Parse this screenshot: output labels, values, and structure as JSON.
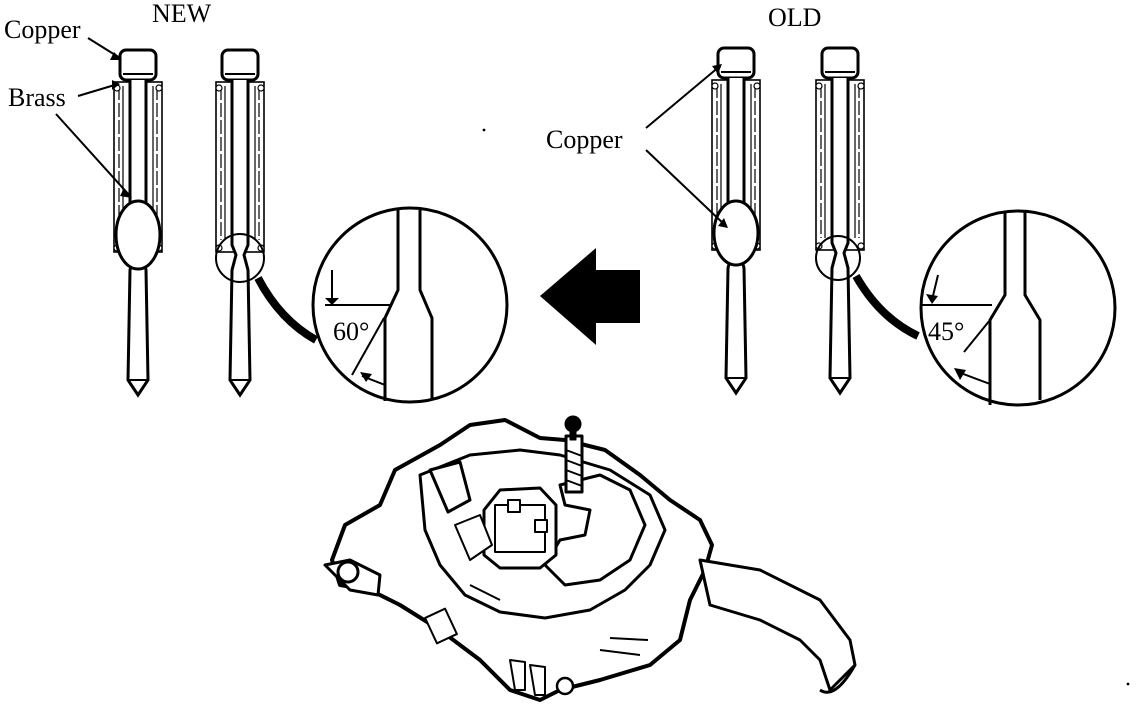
{
  "labels": {
    "new": "NEW",
    "old": "OLD",
    "copper_new": "Copper",
    "brass_new": "Brass",
    "copper_old": "Copper",
    "angle_new": "60°",
    "angle_old": "45°"
  },
  "icons": {
    "direction_arrow": "left-arrow-icon"
  },
  "colors": {
    "ink": "#000000",
    "paper": "#ffffff"
  }
}
